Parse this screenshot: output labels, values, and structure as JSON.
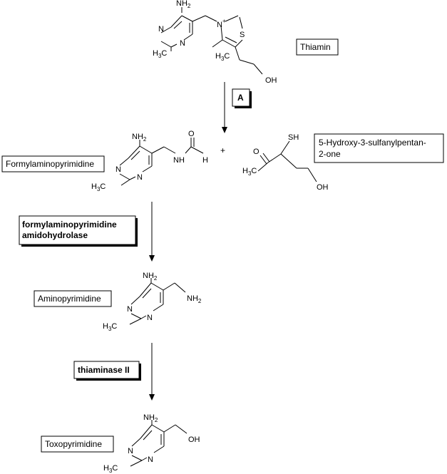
{
  "compounds": {
    "thiamin": "Thiamin",
    "formylaminopyrimidine": "Formylaminopyrimidine",
    "hydroxy_ketone": [
      "5-Hydroxy-3-sulfanylpentan-",
      "2-one"
    ],
    "aminopyrimidine": "Aminopyrimidine",
    "toxopyrimidine": "Toxopyrimidine"
  },
  "enzymes": {
    "step1": "A",
    "step2": [
      "formylaminopyrimidine",
      "amidohydrolase"
    ],
    "step3": "thiaminase II"
  },
  "plus_sign": "+",
  "atoms": {
    "nh2": "NH",
    "nh2_sub": "2",
    "n": "N",
    "n_plus": "+",
    "s": "S",
    "h3c": "H",
    "h3c_sub": "3",
    "h3c_c": "C",
    "oh": "OH",
    "o": "O",
    "sh": "SH",
    "nh": "NH",
    "h": "H",
    "nh2_side": "NH",
    "nh2_side_sub": "2"
  }
}
